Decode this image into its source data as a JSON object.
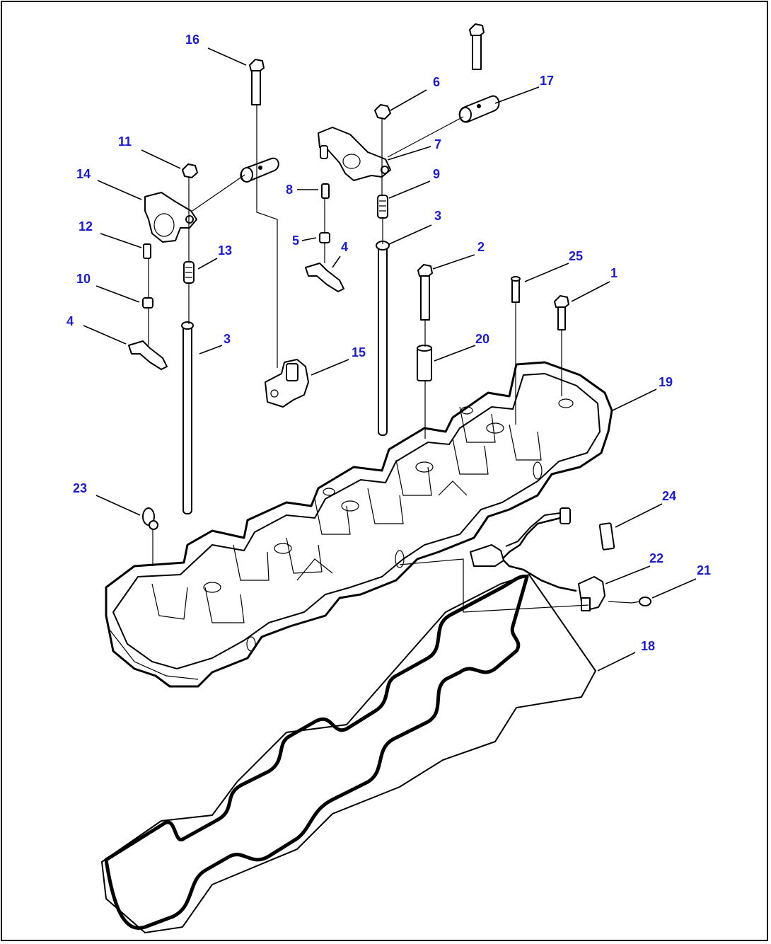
{
  "callouts": [
    {
      "id": "c16",
      "label": "16"
    },
    {
      "id": "c6",
      "label": "6"
    },
    {
      "id": "c17",
      "label": "17"
    },
    {
      "id": "c11",
      "label": "11"
    },
    {
      "id": "c7",
      "label": "7"
    },
    {
      "id": "c14",
      "label": "14"
    },
    {
      "id": "c9",
      "label": "9"
    },
    {
      "id": "c8",
      "label": "8"
    },
    {
      "id": "c12",
      "label": "12"
    },
    {
      "id": "c3a",
      "label": "3"
    },
    {
      "id": "c5",
      "label": "5"
    },
    {
      "id": "c13",
      "label": "13"
    },
    {
      "id": "c4a",
      "label": "4"
    },
    {
      "id": "c2",
      "label": "2"
    },
    {
      "id": "c25",
      "label": "25"
    },
    {
      "id": "c1",
      "label": "1"
    },
    {
      "id": "c10",
      "label": "10"
    },
    {
      "id": "c4b",
      "label": "4"
    },
    {
      "id": "c3b",
      "label": "3"
    },
    {
      "id": "c20",
      "label": "20"
    },
    {
      "id": "c15",
      "label": "15"
    },
    {
      "id": "c19",
      "label": "19"
    },
    {
      "id": "c23",
      "label": "23"
    },
    {
      "id": "c24",
      "label": "24"
    },
    {
      "id": "c22",
      "label": "22"
    },
    {
      "id": "c21",
      "label": "21"
    },
    {
      "id": "c18",
      "label": "18"
    }
  ]
}
